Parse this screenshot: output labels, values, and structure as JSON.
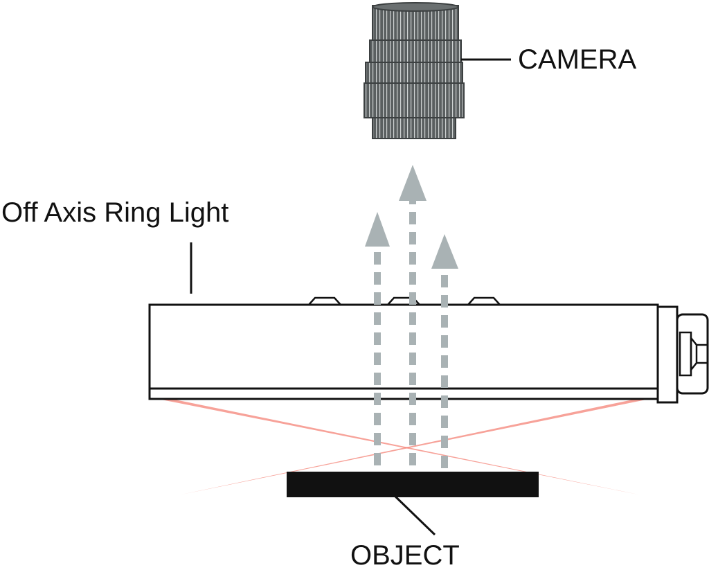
{
  "labels": {
    "camera": "CAMERA",
    "ring_light": "Off Axis Ring Light",
    "object": "OBJECT"
  },
  "colors": {
    "light_beam": "#f47a6e",
    "arrow": "#a9b2b4",
    "camera_body": "#5a5f60",
    "camera_grille": "#cfd3d3",
    "object": "#111111",
    "outline": "#111111"
  },
  "icons": {
    "camera": "camera-lens-icon",
    "arrows": "up-arrow-icon",
    "connector": "cable-connector-icon"
  }
}
